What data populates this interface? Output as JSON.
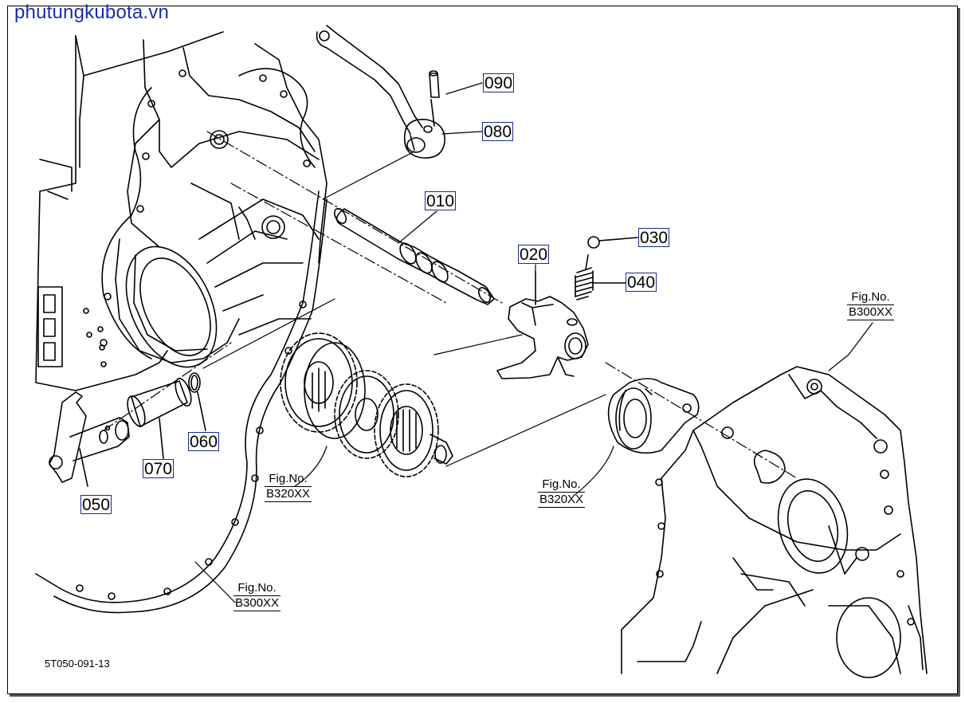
{
  "watermark": "phutungkubota.vn",
  "drawing_code": "5T050-091-13",
  "part_labels": {
    "p010": "010",
    "p020": "020",
    "p030": "030",
    "p040": "040",
    "p050": "050",
    "p060": "060",
    "p070": "070",
    "p080": "080",
    "p090": "090"
  },
  "figure_refs": {
    "ref_left_gear": {
      "line1": "Fig.No.",
      "line2": "B320XX"
    },
    "ref_right_plate": {
      "line1": "Fig.No.",
      "line2": "B320XX"
    },
    "ref_left_housing": {
      "line1": "Fig.No.",
      "line2": "B300XX"
    },
    "ref_right_housing": {
      "line1": "Fig.No.",
      "line2": "B300XX"
    }
  },
  "colors": {
    "watermark": "#1a2fa8",
    "label_border": "#1a2a8a",
    "line": "#000000"
  }
}
